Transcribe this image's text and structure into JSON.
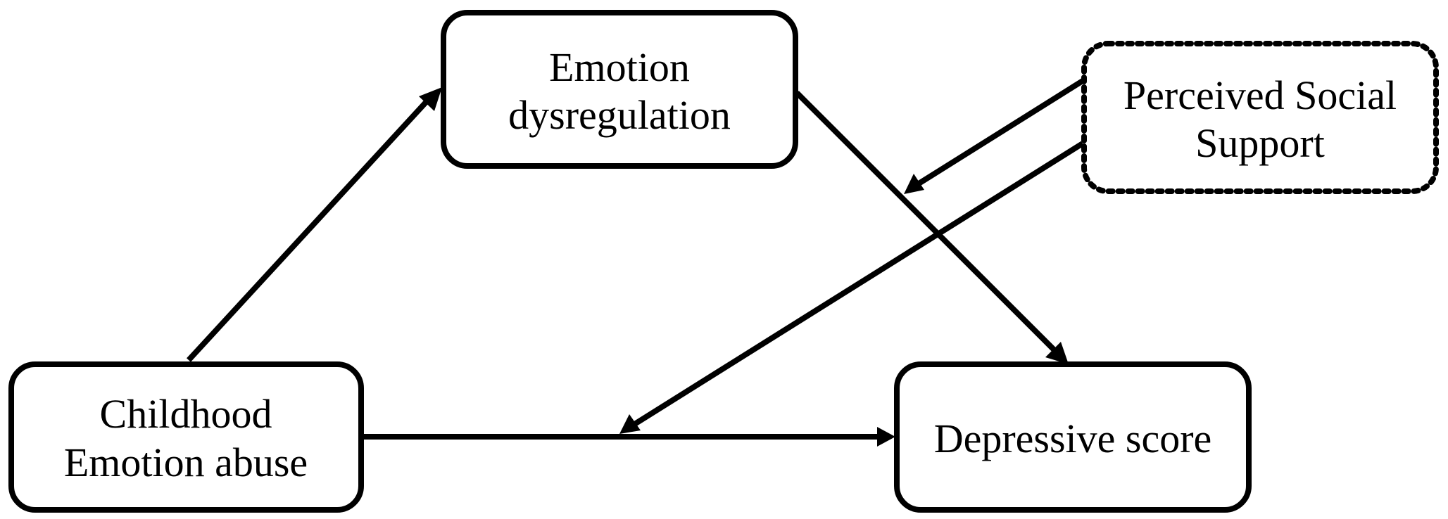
{
  "diagram": {
    "nodes": {
      "emotion_dysregulation": {
        "lines": [
          "Emotion",
          "dysregulation"
        ],
        "border": "solid"
      },
      "perceived_social_support": {
        "lines": [
          "Perceived Social",
          "Support"
        ],
        "border": "dotted"
      },
      "childhood_emotion_abuse": {
        "lines": [
          "Childhood",
          "Emotion abuse"
        ],
        "border": "solid"
      },
      "depressive_score": {
        "lines": [
          "Depressive score"
        ],
        "border": "solid"
      }
    },
    "edges": [
      {
        "from": "childhood_emotion_abuse",
        "to": "emotion_dysregulation",
        "type": "arrow"
      },
      {
        "from": "emotion_dysregulation",
        "to": "depressive_score",
        "type": "arrow"
      },
      {
        "from": "childhood_emotion_abuse",
        "to": "depressive_score",
        "type": "arrow"
      },
      {
        "from": "perceived_social_support",
        "to": "edge:emotion_dysregulation->depressive_score",
        "type": "moderation-arrow"
      },
      {
        "from": "perceived_social_support",
        "to": "edge:childhood_emotion_abuse->depressive_score",
        "type": "moderation-arrow"
      }
    ],
    "colors": {
      "stroke": "#000000",
      "background": "#ffffff"
    }
  }
}
